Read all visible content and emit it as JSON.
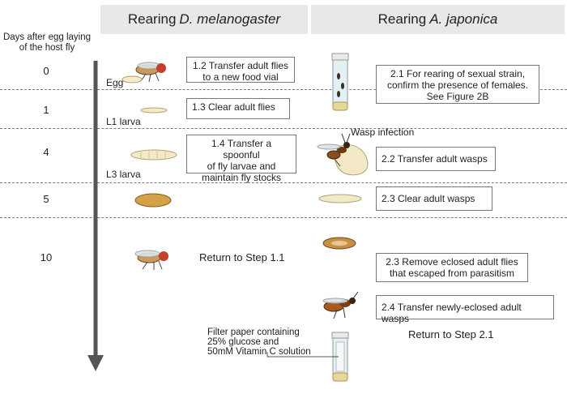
{
  "header": {
    "col1_prefix": "Rearing",
    "col1_species": "D. melanogaster",
    "col2_prefix": "Rearing",
    "col2_species": "A. japonica"
  },
  "axis": {
    "title_line1": "Days after egg laying",
    "title_line2": "of the host fly"
  },
  "days": [
    "0",
    "1",
    "4",
    "5",
    "10"
  ],
  "stages": {
    "egg": "Egg",
    "l1": "L1 larva",
    "l3": "L3 larva"
  },
  "fly_steps": {
    "s12_l1": "1.2 Transfer adult flies",
    "s12_l2": "to a new food vial",
    "s13": "1.3 Clear adult flies",
    "s14_l1": "1.4 Transfer a spoonful",
    "s14_l2": "of fly larvae and",
    "s14_l3": "maintain fly stocks",
    "return": "Return to Step 1.1"
  },
  "wasp_steps": {
    "s21_l1": "2.1 For rearing of sexual strain,",
    "s21_l2": "confirm the presence of females.",
    "s21_l3": "See Figure 2B",
    "infection": "Wasp infection",
    "s22": "2.2 Transfer adult wasps",
    "s23a": "2.3 Clear adult wasps",
    "s23b_l1": "2.3 Remove eclosed adult flies",
    "s23b_l2": "that escaped from parasitism",
    "s24": "2.4 Transfer newly-eclosed adult wasps",
    "return": "Return to Step 2.1"
  },
  "note": {
    "l1": "Filter paper containing",
    "l2": "25% glucose and",
    "l3": "50mM Vitamin C solution"
  }
}
